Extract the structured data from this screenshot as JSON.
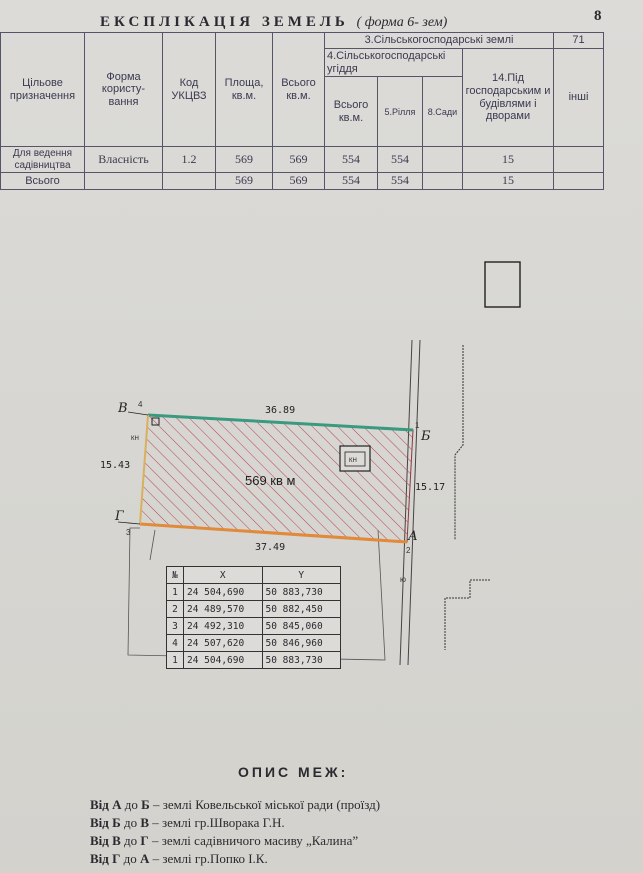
{
  "page_number": "8",
  "explication": {
    "title": "ЕКСПЛІКАЦІЯ ЗЕМЕЛЬ",
    "subtitle": "( форма 6- зем)",
    "headers": {
      "purpose": "Цільове призначення",
      "ownership_form": "Форма користу-вання",
      "code": "Код УКЦВЗ",
      "area": "Площа, кв.м.",
      "total": "Всього кв.м.",
      "agri_lands": "3.Сільськогосподарські землі",
      "col71": "71",
      "agri_areas": "4.Сільськогосподарські угіддя",
      "agri_total": "Всього кв.м.",
      "arable": "5.Рілля",
      "gardens": "8.Сади",
      "under_buildings": "14.Під господарським и будівлями і дворами",
      "other": "інші"
    },
    "rows": [
      {
        "purpose": "Для ведення садівництва",
        "form": "Власність",
        "code": "1.2",
        "area": "569",
        "total": "569",
        "agri_total": "554",
        "arable": "554",
        "gardens": "",
        "buildings": "15",
        "other": ""
      },
      {
        "purpose": "Всього",
        "form": "",
        "code": "",
        "area": "569",
        "total": "569",
        "agri_total": "554",
        "arable": "554",
        "gardens": "",
        "buildings": "15",
        "other": ""
      }
    ]
  },
  "plan": {
    "area_label": "569 кв м",
    "building_label": "КН",
    "corner_label": "КН",
    "corners": [
      {
        "letter": "А",
        "num": "2"
      },
      {
        "letter": "Б",
        "num": "1"
      },
      {
        "letter": "В",
        "num": "4"
      },
      {
        "letter": "Г",
        "num": "3"
      }
    ],
    "sides": [
      "36.89",
      "15.17",
      "37.49",
      "15.43"
    ],
    "road_marker": "ю",
    "coords_header": [
      "№",
      "X",
      "Y"
    ],
    "coords": [
      [
        "1",
        "24 504,690",
        "50 883,730"
      ],
      [
        "2",
        "24 489,570",
        "50 882,450"
      ],
      [
        "3",
        "24 492,310",
        "50 845,060"
      ],
      [
        "4",
        "24 507,620",
        "50 846,960"
      ],
      [
        "1",
        "24 504,690",
        "50 883,730"
      ]
    ]
  },
  "boundaries": {
    "title": "ОПИС МЕЖ:",
    "rows": [
      {
        "from": "Від",
        "a": "А",
        "to": "до",
        "b": "Б",
        "text": "– землі Ковельської міської ради (проїзд)"
      },
      {
        "from": "Від",
        "a": "Б",
        "to": "до",
        "b": "В",
        "text": "– землі гр.Шворака Г.Н."
      },
      {
        "from": "Від",
        "a": "В",
        "to": "до",
        "b": "Г",
        "text": "– землі садівничого масиву „Калина”"
      },
      {
        "from": "Від",
        "a": "Г",
        "to": "до",
        "b": "А",
        "text": "– землі гр.Попко І.К."
      }
    ]
  },
  "colors": {
    "hatch": "#b8424a",
    "top_edge": "#3a9a80",
    "bottom_edge": "#e08a3a",
    "ink": "#2a2a30"
  }
}
